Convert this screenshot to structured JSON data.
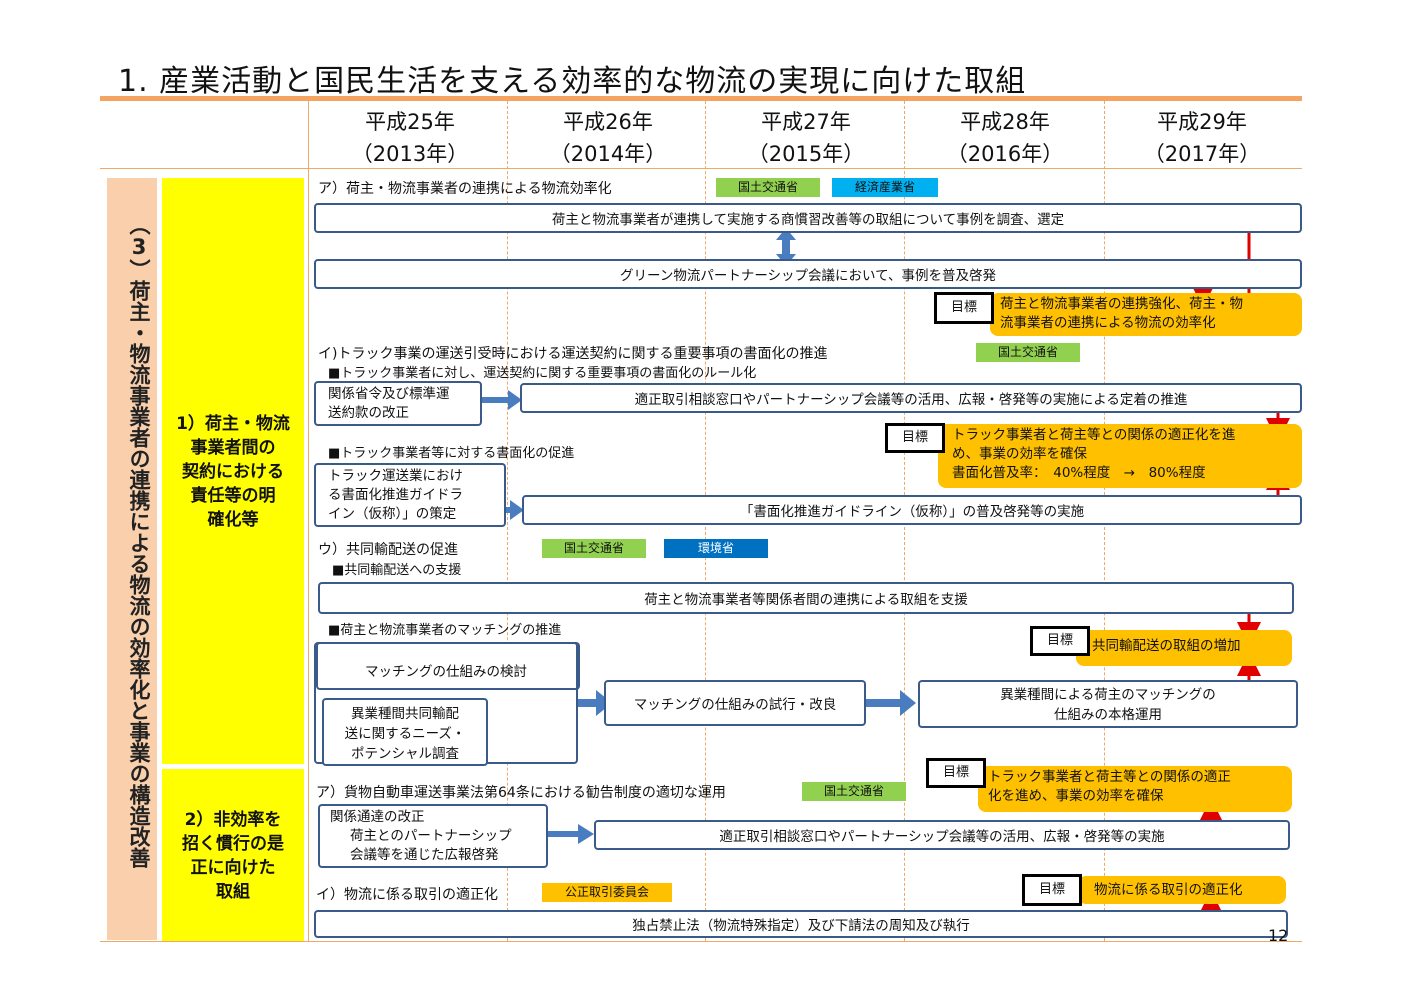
{
  "title": "1. 産業活動と国民生活を支える効率的な物流の実現に向けた取組",
  "years": [
    {
      "top": "平成25年",
      "bottom": "（2013年）"
    },
    {
      "top": "平成26年",
      "bottom": "（2014年）"
    },
    {
      "top": "平成27年",
      "bottom": "（2015年）"
    },
    {
      "top": "平成28年",
      "bottom": "（2016年）"
    },
    {
      "top": "平成29年",
      "bottom": "（2017年）"
    }
  ],
  "category_main": "（3）荷主・物流事業者の連携による物流の効率化と事業の構造改善",
  "category_1": [
    "1）荷主・物流",
    "事業者間の",
    "契約における",
    "責任等の明",
    "確化等"
  ],
  "category_2": [
    "2）非効率を",
    "招く慣行の是",
    "正に向けた",
    "取組"
  ],
  "goal_label": "目標",
  "sec_a": {
    "heading": "ア）荷主・物流事業者の連携による物流効率化",
    "tags": [
      "国土交通省",
      "経済産業省"
    ],
    "box1": "荷主と物流事業者が連携して実施する商慣習改善等の取組について事例を調査、選定",
    "box2": "グリーン物流パートナーシップ会議において、事例を普及啓発",
    "goal": [
      "荷主と物流事業者の連携強化、荷主・物",
      "流事業者の連携による物流の効率化"
    ]
  },
  "sec_i": {
    "heading": "イ)トラック事業の運送引受時における運送契約に関する重要事項の書面化の推進",
    "tag": "国土交通省",
    "sub1": "■トラック事業者に対し、運送契約に関する重要事項の書面化のルール化",
    "box1": [
      "関係省令及び標準運",
      "送約款の改正"
    ],
    "box2": "適正取引相談窓口やパートナーシップ会議等の活用、広報・啓発等の実施による定着の推進",
    "sub2": "■トラック事業者等に対する書面化の促進",
    "goal": [
      "トラック事業者と荷主等との関係の適正化を進",
      "め、事業の効率を確保",
      "書面化普及率：　40%程度　→　80%程度"
    ],
    "box3": [
      "トラック運送業におけ",
      "る書面化推進ガイドラ",
      "イン（仮称）」の策定"
    ],
    "box4": "「書面化推進ガイドライン（仮称）」の普及啓発等の実施"
  },
  "sec_u": {
    "heading": "ウ）共同輸配送の促進",
    "tags": [
      "国土交通省",
      "環境省"
    ],
    "sub1": "■共同輸配送への支援",
    "box1": "荷主と物流事業者等関係者間の連携による取組を支援",
    "sub2": "■荷主と物流事業者のマッチングの推進",
    "goal": "共同輸配送の取組の増加",
    "box2": "マッチングの仕組みの検討",
    "box3": [
      "異業種間共同輸配",
      "送に関するニーズ・",
      "ポテンシャル調査"
    ],
    "box4": "マッチングの仕組みの試行・改良",
    "box5": [
      "異業種間による荷主のマッチングの",
      "仕組みの本格運用"
    ]
  },
  "sec_b2": {
    "heading": "ア）貨物自動車運送事業法第64条における勧告制度の適切な運用",
    "tag": "国土交通省",
    "goal": [
      "トラック事業者と荷主等との関係の適正",
      "化を進め、事業の効率を確保"
    ],
    "box1": [
      "関係通達の改正",
      "荷主とのパートナーシップ",
      "会議等を通じた広報啓発"
    ],
    "box2": "適正取引相談窓口やパートナーシップ会議等の活用、広報・啓発等の実施"
  },
  "sec_i2": {
    "heading": "イ）物流に係る取引の適正化",
    "tag": "公正取引委員会",
    "goal": "物流に係る取引の適正化",
    "box1": "独占禁止法（物流特殊指定）及び下請法の周知及び執行"
  },
  "page_number": "12",
  "colors": {
    "orange_rule": "#f4a460",
    "yellow": "#ffff00",
    "peach": "#f9cfac",
    "goal": "#ffc000",
    "box_border": "#3a5b8a",
    "arrow_blue": "#4a7cc0",
    "arrow_red": "#e00000"
  }
}
